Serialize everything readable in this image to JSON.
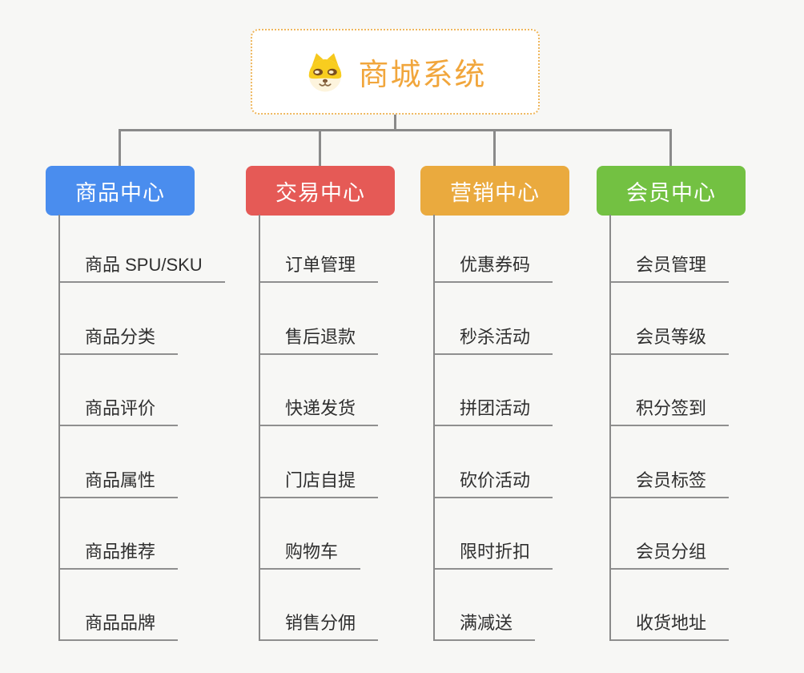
{
  "canvas": {
    "background": "#f7f7f5",
    "connector_color": "#8a8a8a",
    "underline_color": "#8f8f8f"
  },
  "root": {
    "title": "商城系统",
    "icon": "dog-face-icon",
    "text_color": "#f1a63c",
    "border_color": "#efb75e"
  },
  "branches": [
    {
      "label": "商品中心",
      "color": "#4a8dee",
      "children": [
        "商品 SPU/SKU",
        "商品分类",
        "商品评价",
        "商品属性",
        "商品推荐",
        "商品品牌"
      ]
    },
    {
      "label": "交易中心",
      "color": "#e55a56",
      "children": [
        "订单管理",
        "售后退款",
        "快递发货",
        "门店自提",
        "购物车",
        "销售分佣"
      ]
    },
    {
      "label": "营销中心",
      "color": "#eaaa3e",
      "children": [
        "优惠券码",
        "秒杀活动",
        "拼团活动",
        "砍价活动",
        "限时折扣",
        "满减送"
      ]
    },
    {
      "label": "会员中心",
      "color": "#73c142",
      "children": [
        "会员管理",
        "会员等级",
        "积分签到",
        "会员标签",
        "会员分组",
        "收货地址"
      ]
    }
  ]
}
